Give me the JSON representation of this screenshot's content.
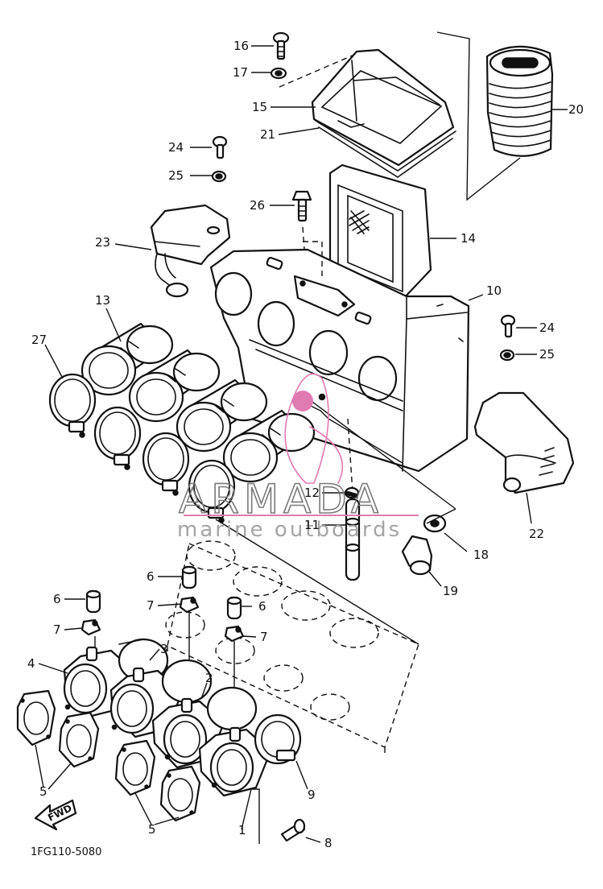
{
  "diagram": {
    "part_code": "1FG110-5080",
    "fwd_label": "FWD",
    "callouts": {
      "c16": "16",
      "c17": "17",
      "c15": "15",
      "c21": "21",
      "c20": "20",
      "c24a": "24",
      "c25a": "25",
      "c26": "26",
      "c14": "14",
      "c23": "23",
      "c10": "10",
      "c24b": "24",
      "c25b": "25",
      "c13": "13",
      "c27": "27",
      "c22": "22",
      "c12": "12",
      "c11": "11",
      "c18": "18",
      "c19": "19",
      "c6a": "6",
      "c7a": "7",
      "c6b": "6",
      "c7b": "7",
      "c6c": "6",
      "c7c": "7",
      "c3": "3",
      "c4": "4",
      "c2": "2",
      "c1": "1",
      "c9": "9",
      "c5a": "5",
      "c5b": "5",
      "c8": "8"
    }
  },
  "watermark": {
    "title": "ARMADA",
    "subtitle": "marine outboards",
    "accent_color": "#e07bb2"
  }
}
